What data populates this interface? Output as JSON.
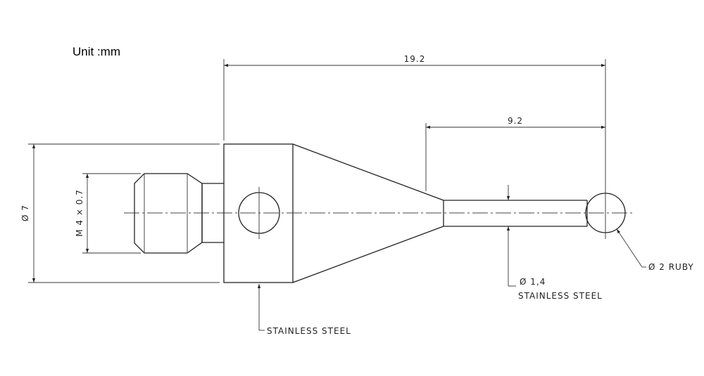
{
  "unit_label": "Unit :mm",
  "dimensions": {
    "overall_length": "19.2",
    "stem_length": "9.2",
    "body_diameter": "Ø 7",
    "thread": "M 4 × 0.7",
    "stem_diameter": "Ø 1,4",
    "ball_diameter": "Ø 2 RUBY"
  },
  "materials": {
    "body": "STAINLESS STEEL",
    "stem": "STAINLESS STEEL"
  }
}
